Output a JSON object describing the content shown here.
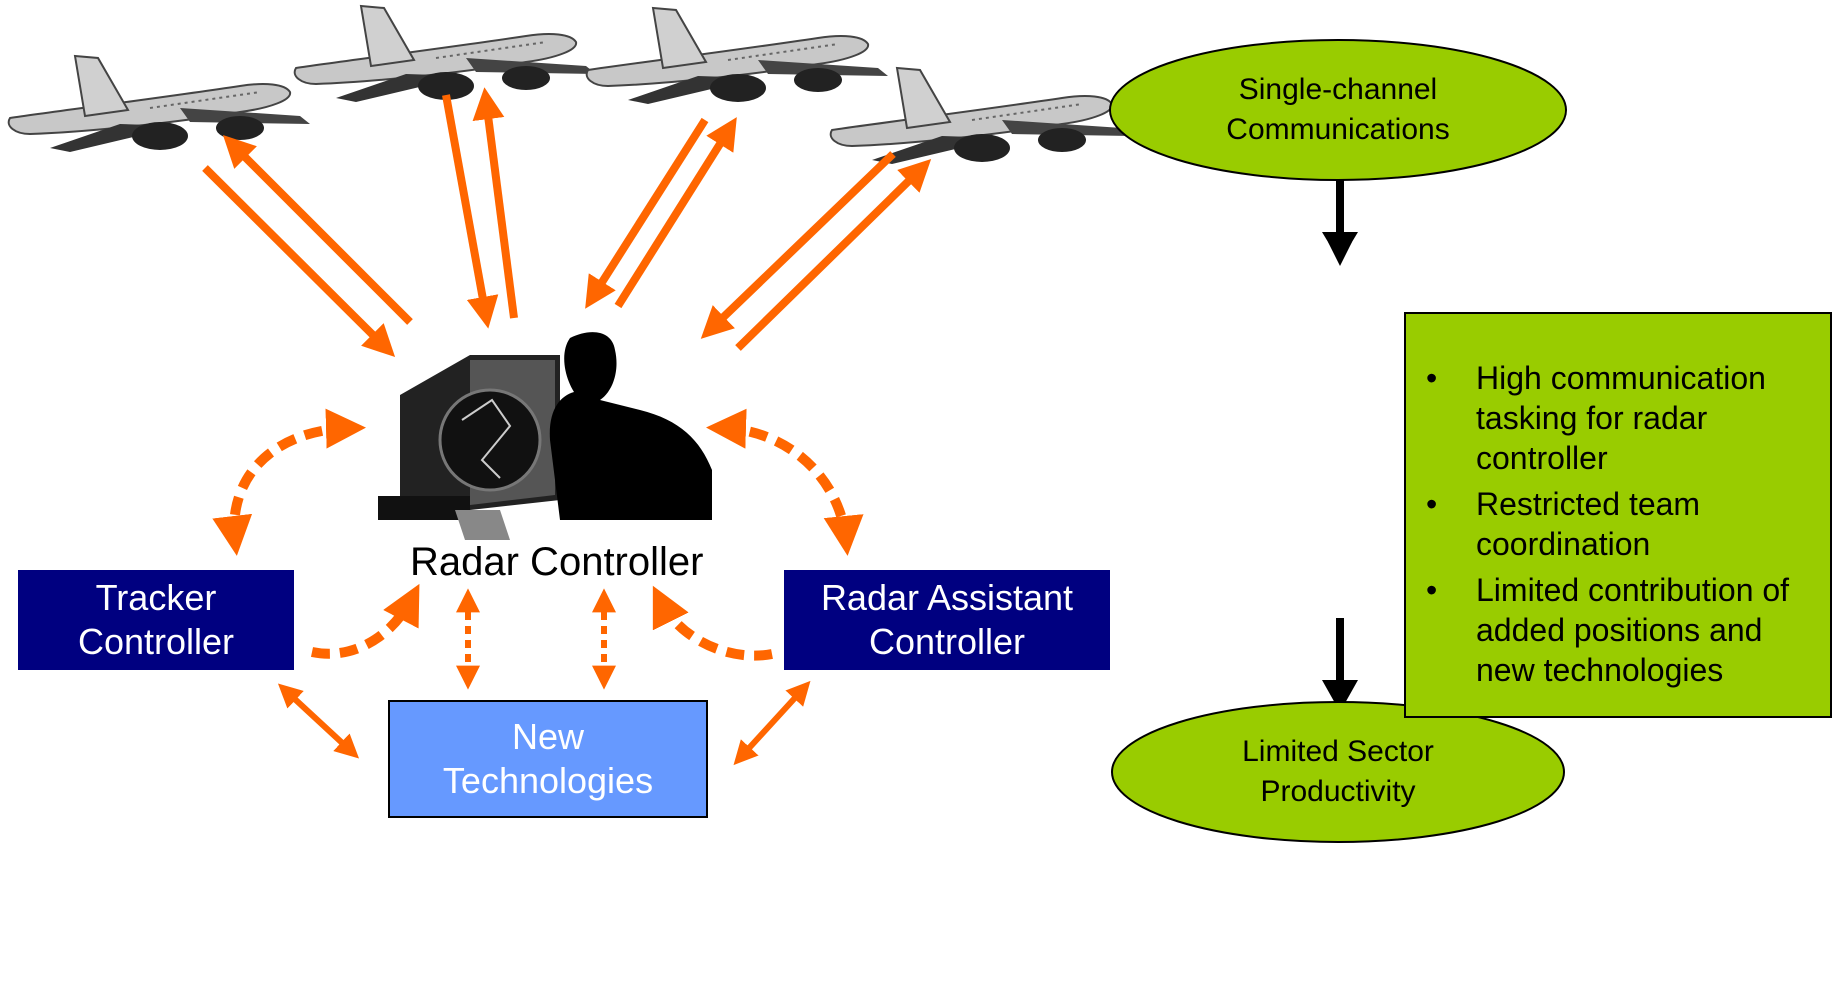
{
  "diagram": {
    "nodes": {
      "tracker": {
        "line1": "Tracker",
        "line2": "Controller"
      },
      "radar_assistant": {
        "line1": "Radar Assistant",
        "line2": "Controller"
      },
      "new_tech": {
        "line1": "New",
        "line2": "Technologies"
      },
      "radar_controller": {
        "label": "Radar Controller"
      }
    },
    "flow": {
      "start": {
        "line1": "Single-channel",
        "line2": "Communications"
      },
      "effects": [
        "High communication tasking for radar controller",
        "Restricted team coordination",
        "Limited contribution of added positions and new technologies"
      ],
      "end": {
        "line1": "Limited Sector",
        "line2": "Productivity"
      }
    },
    "colors": {
      "arrow": "#ff6600",
      "dark_box": "#000080",
      "light_box": "#6699ff",
      "green": "#99cc00"
    },
    "icons": [
      "airplane-icon",
      "airplane-icon",
      "airplane-icon",
      "airplane-icon",
      "controller-silhouette-icon"
    ]
  }
}
